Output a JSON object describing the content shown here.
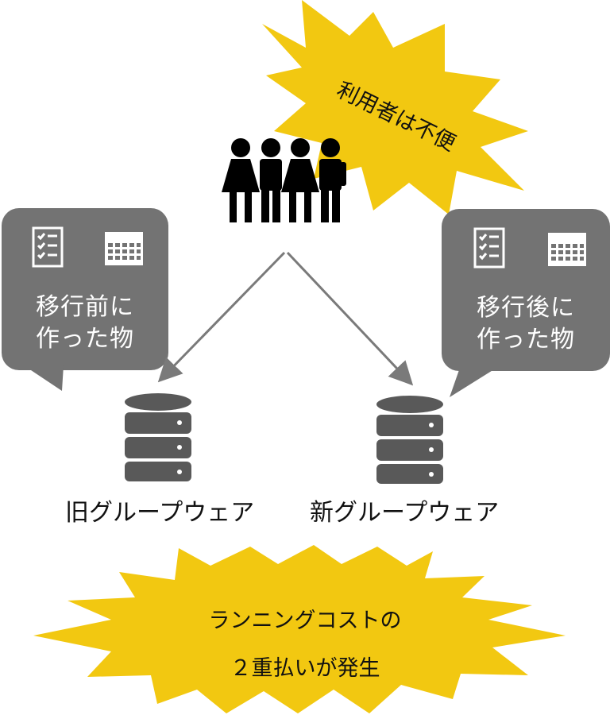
{
  "top_burst": {
    "text": "利用者は不便",
    "color": "#f2c811"
  },
  "left_bubble": {
    "line1": "移行前に",
    "line2": "作った物",
    "color": "#737373"
  },
  "right_bubble": {
    "line1": "移行後に",
    "line2": "作った物",
    "color": "#737373"
  },
  "old_db": {
    "label": "旧グループウェア"
  },
  "new_db": {
    "label": "新グループウェア"
  },
  "bottom_burst": {
    "line1": "ランニングコストの",
    "line2": "２重払いが発生",
    "color": "#f2c811"
  },
  "colors": {
    "icon": "#000000",
    "database": "#595959",
    "arrow": "#7a7a7a"
  }
}
